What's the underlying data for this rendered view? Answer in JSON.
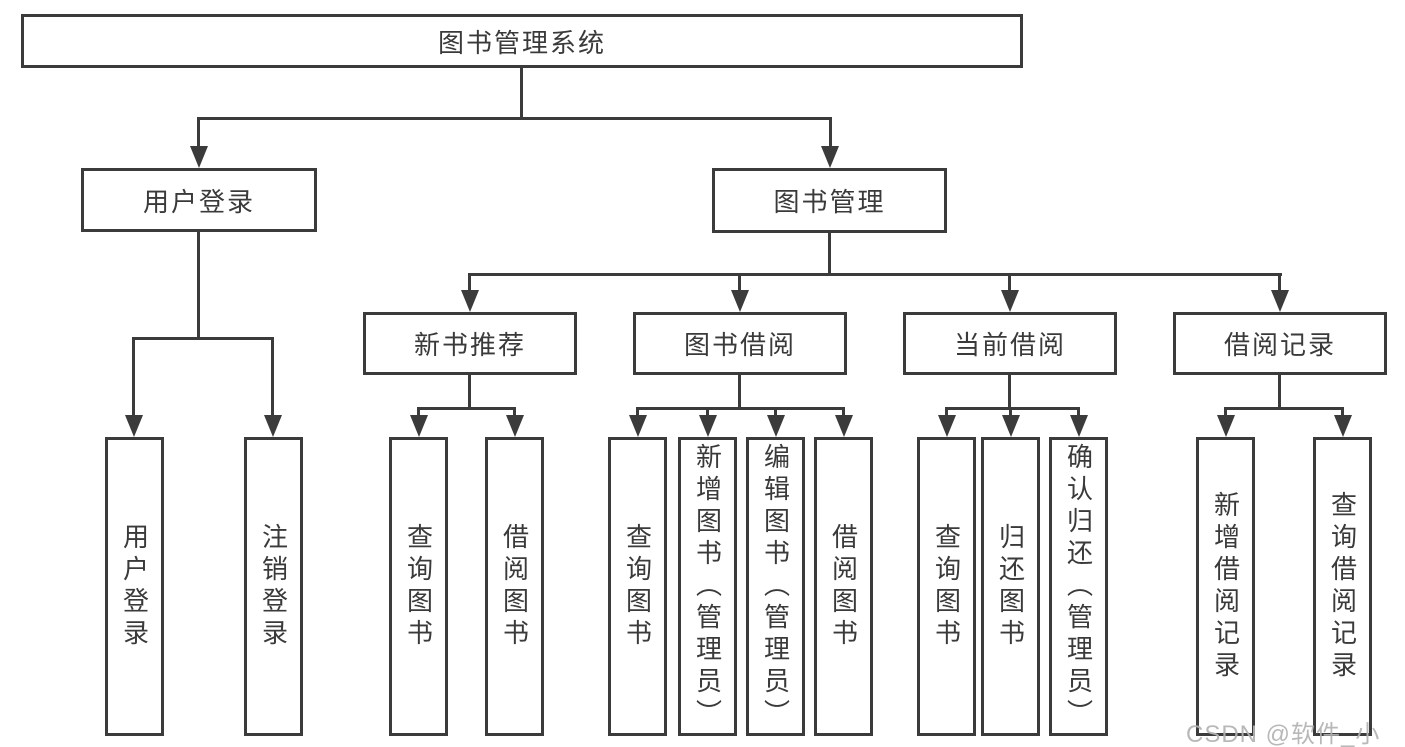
{
  "tree": {
    "label": "图书管理系统",
    "children": [
      {
        "label": "用户登录",
        "children": [
          {
            "label": "用户登录"
          },
          {
            "label": "注销登录"
          }
        ]
      },
      {
        "label": "图书管理",
        "children": [
          {
            "label": "新书推荐",
            "children": [
              {
                "label": "查询图书"
              },
              {
                "label": "借阅图书"
              }
            ]
          },
          {
            "label": "图书借阅",
            "children": [
              {
                "label": "查询图书"
              },
              {
                "label": "新增图书（管理员）"
              },
              {
                "label": "编辑图书（管理员）"
              },
              {
                "label": "借阅图书"
              }
            ]
          },
          {
            "label": "当前借阅",
            "children": [
              {
                "label": "查询图书"
              },
              {
                "label": "归还图书"
              },
              {
                "label": "确认归还（管理员）"
              }
            ]
          },
          {
            "label": "借阅记录",
            "children": [
              {
                "label": "新增借阅记录"
              },
              {
                "label": "查询借阅记录"
              }
            ]
          }
        ]
      }
    ]
  },
  "watermark": {
    "text": "CSDN @软件_小贺同学"
  },
  "colors": {
    "line": "#3b3b3b",
    "text": "#3a3a3a",
    "background": "#ffffff",
    "watermark": "#b3b3b3"
  }
}
